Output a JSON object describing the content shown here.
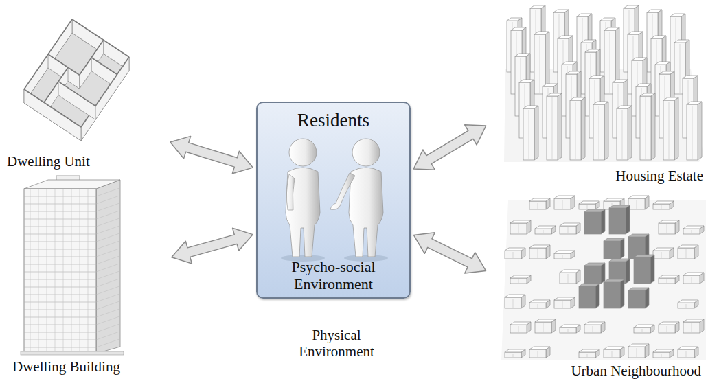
{
  "diagram": {
    "nodes": [
      {
        "text": [
          "Dwelling Unit"
        ]
      },
      {
        "text": [
          "Residents",
          "Psycho-social Environment"
        ]
      },
      {
        "text": [
          "Housing Estate"
        ]
      },
      {
        "text": [
          "Dwelling Building"
        ]
      },
      {
        "text": [
          "Urban Neighbourhood"
        ]
      }
    ],
    "edges": [
      {
        "from": 1,
        "to": 0,
        "arrow": "both"
      },
      {
        "from": 1,
        "to": 2,
        "arrow": "both"
      },
      {
        "from": 1,
        "to": 3,
        "arrow": "both"
      },
      {
        "from": 1,
        "to": 4,
        "arrow": "both"
      }
    ],
    "labels": [
      "Physical Environment"
    ]
  }
}
